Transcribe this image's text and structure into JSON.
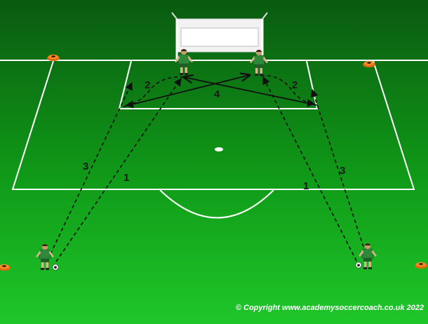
{
  "diagram": {
    "labels": {
      "pass_left_lower": "1",
      "pass_right_lower": "1",
      "pass_left_upper": "2",
      "pass_right_upper": "2",
      "run_left": "3",
      "run_right": "3",
      "cross_center": "4"
    },
    "copyright": "© Copyright www.academysoccercoach.co.uk 2022"
  },
  "colors": {
    "grass_top": "#0b5f12",
    "grass_bottom": "#16b51e",
    "lines": "#ffffff",
    "cone": "#f07a14",
    "player_kit": "#2e8a3a",
    "arrow": "#111111"
  }
}
